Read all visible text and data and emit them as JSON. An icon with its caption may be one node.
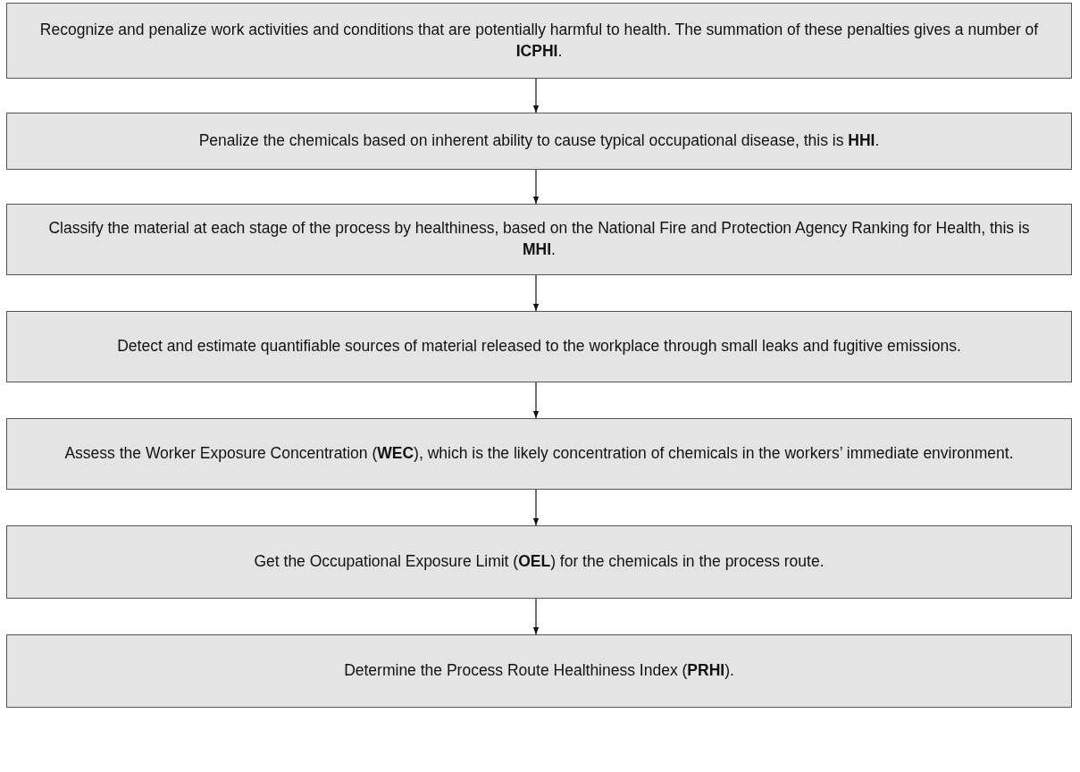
{
  "diagram": {
    "nodes": [
      {
        "text": [
          "Recognize and penalize work activities and conditions that are potentially harmful to health. The summation of these penalties gives a number of **ICPHI**."
        ]
      },
      {
        "text": [
          "Penalize the chemicals based on inherent ability to cause typical occupational disease, this is **HHI**."
        ]
      },
      {
        "text": [
          "Classify the material at each stage of the process by healthiness, based on the National Fire and Protection Agency Ranking for Health, this is **MHI**."
        ]
      },
      {
        "text": [
          "Detect and estimate quantifiable sources of material released to the workplace through small leaks and fugitive emissions."
        ]
      },
      {
        "text": [
          "Assess the Worker Exposure Concentration (**WEC**), which is the likely concentration of chemicals in the workers’ immediate environment."
        ]
      },
      {
        "text": [
          "Get the Occupational Exposure Limit (**OEL**) for the chemicals in the process route."
        ]
      },
      {
        "text": [
          "Determine the Process Route Healthiness Index (**PRHI**)."
        ]
      }
    ],
    "edges": [
      {
        "from": 0,
        "to": 1,
        "arrow": "to"
      },
      {
        "from": 1,
        "to": 2,
        "arrow": "to"
      },
      {
        "from": 2,
        "to": 3,
        "arrow": "to"
      },
      {
        "from": 3,
        "to": 4,
        "arrow": "to"
      },
      {
        "from": 4,
        "to": 5,
        "arrow": "to"
      },
      {
        "from": 5,
        "to": 6,
        "arrow": "to"
      }
    ]
  }
}
